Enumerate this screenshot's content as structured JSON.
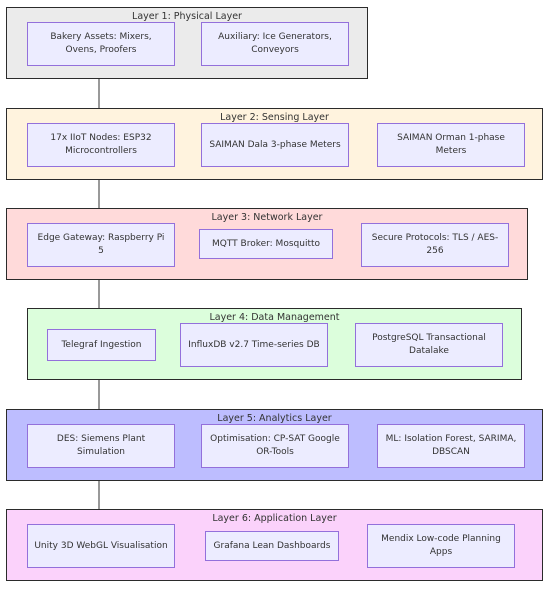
{
  "layers": [
    {
      "title": "Layer 1: Physical Layer",
      "fill": "#EBEBEB",
      "nodes": [
        "Bakery Assets: Mixers, Ovens, Proofers",
        "Auxiliary: Ice Generators, Conveyors"
      ]
    },
    {
      "title": "Layer 2: Sensing Layer",
      "fill": "#FFF3DE",
      "nodes": [
        "17x IIoT Nodes: ESP32 Microcontrollers",
        "SAIMAN Dala 3-phase Meters",
        "SAIMAN Orman 1-phase Meters"
      ]
    },
    {
      "title": "Layer 3: Network Layer",
      "fill": "#FFDADA",
      "nodes": [
        "Edge Gateway: Raspberry Pi 5",
        "MQTT Broker: Mosquitto",
        "Secure Protocols: TLS / AES-256"
      ]
    },
    {
      "title": "Layer 4: Data Management",
      "fill": "#DCFEDC",
      "nodes": [
        "Telegraf Ingestion",
        "InfluxDB v2.7 Time-series DB",
        "PostgreSQL Transactional Datalake"
      ]
    },
    {
      "title": "Layer 5: Analytics Layer",
      "fill": "#BDBDFF",
      "nodes": [
        "DES: Siemens Plant Simulation",
        "Optimisation: CP-SAT Google OR-Tools",
        "ML: Isolation Forest, SARIMA, DBSCAN"
      ]
    },
    {
      "title": "Layer 6: Application Layer",
      "fill": "#FBD2FB",
      "nodes": [
        "Unity 3D WebGL Visualisation",
        "Grafana Lean Dashboards",
        "Mendix Low-code Planning Apps"
      ]
    }
  ],
  "colors": {
    "node_fill": "#ECECFF",
    "node_border": "#9370DB",
    "layer_border": "#2B2B2B",
    "edge": "#333333"
  }
}
